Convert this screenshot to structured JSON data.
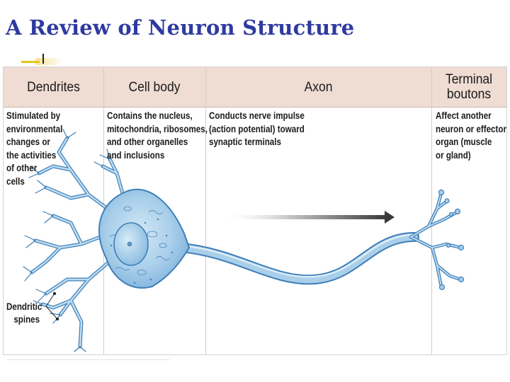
{
  "slide": {
    "title": "A Review of Neuron Structure"
  },
  "figure": {
    "columns": [
      {
        "heading_lines": [
          "Dendrites"
        ],
        "desc_lines": [
          "Stimulated by",
          "environmental",
          "changes or",
          "the activities",
          "of other",
          "cells"
        ]
      },
      {
        "heading_lines": [
          "Cell body"
        ],
        "desc_lines": [
          "Contains the nucleus,",
          "mitochondria, ribosomes,",
          "and other organelles",
          "and inclusions"
        ]
      },
      {
        "heading_lines": [
          "Axon"
        ],
        "desc_lines": [
          "Conducts nerve impulse",
          "(action potential) toward",
          "synaptic terminals"
        ]
      },
      {
        "heading_lines": [
          "Terminal",
          "boutons"
        ],
        "desc_lines": [
          "Affect another",
          "neuron or effector",
          "organ (muscle",
          "or gland)"
        ]
      }
    ],
    "spines_label_lines": [
      "Dendritic",
      "spines"
    ],
    "colors": {
      "header_band": "#efdcd2",
      "neuron_fill": "#a9cfea",
      "neuron_outline": "#3f7fb8",
      "title": "#2e3aa0"
    }
  }
}
